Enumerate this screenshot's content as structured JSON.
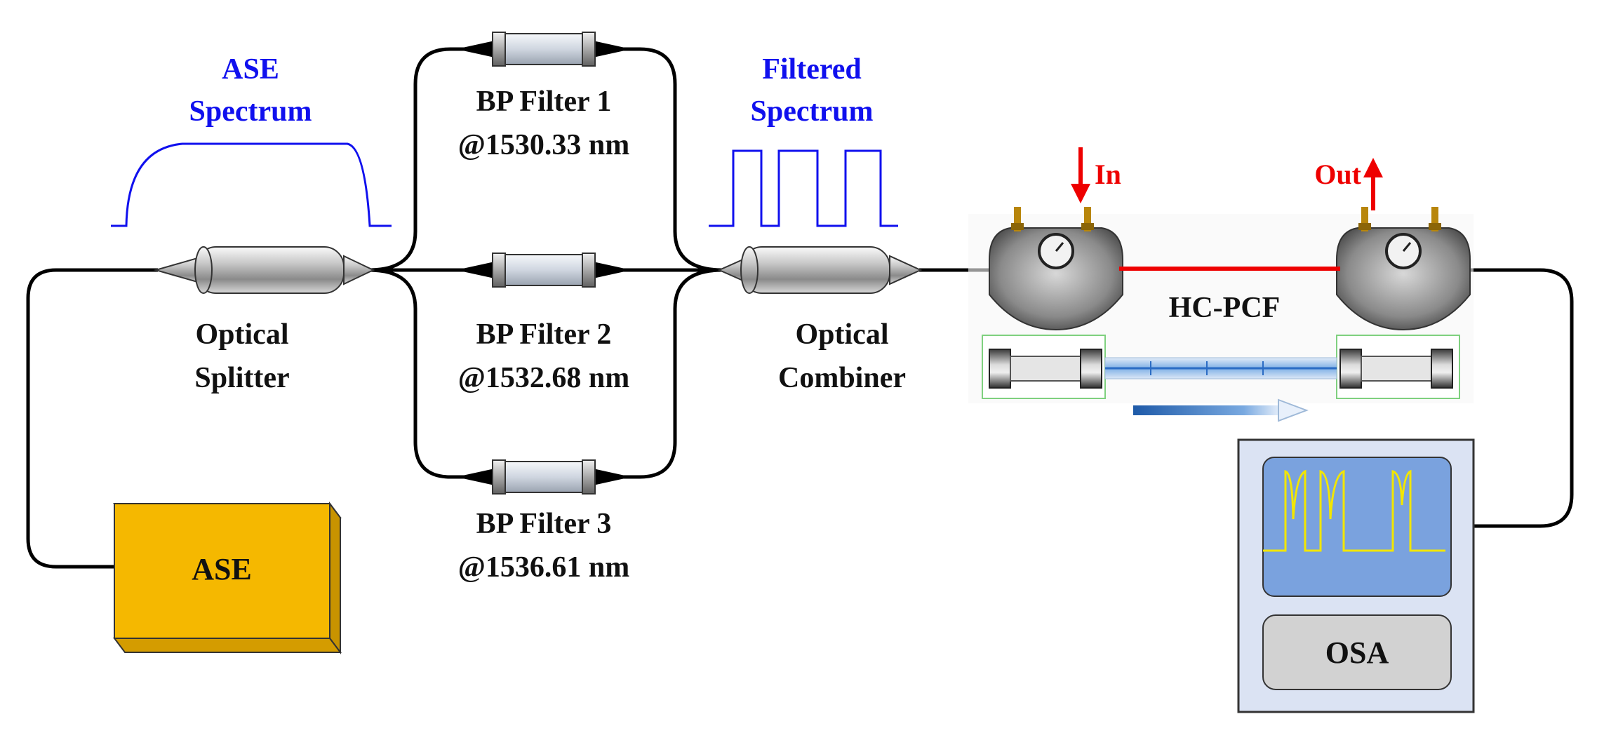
{
  "labels": {
    "ase_spectrum_line1": "ASE",
    "ase_spectrum_line2": "Spectrum",
    "filtered_spectrum_line1": "Filtered",
    "filtered_spectrum_line2": "Spectrum",
    "splitter_line1": "Optical",
    "splitter_line2": "Splitter",
    "combiner_line1": "Optical",
    "combiner_line2": "Combiner",
    "bp1_name": "BP Filter 1",
    "bp1_wavelength": "@1530.33 nm",
    "bp2_name": "BP Filter 2",
    "bp2_wavelength": "@1532.68 nm",
    "bp3_name": "BP Filter 3",
    "bp3_wavelength": "@1536.61 nm",
    "ase_box": "ASE",
    "osa_box": "OSA",
    "hcpcf": "HC-PCF",
    "in": "In",
    "out": "Out"
  },
  "colors": {
    "spectrum_annotation": "#1010ee",
    "gas_cell_fiber": "#ee0000",
    "ase_source": "#f5b800",
    "osa_screen": "#7aa2de",
    "osa_trace": "#f2e600",
    "fiber": "#000000"
  }
}
